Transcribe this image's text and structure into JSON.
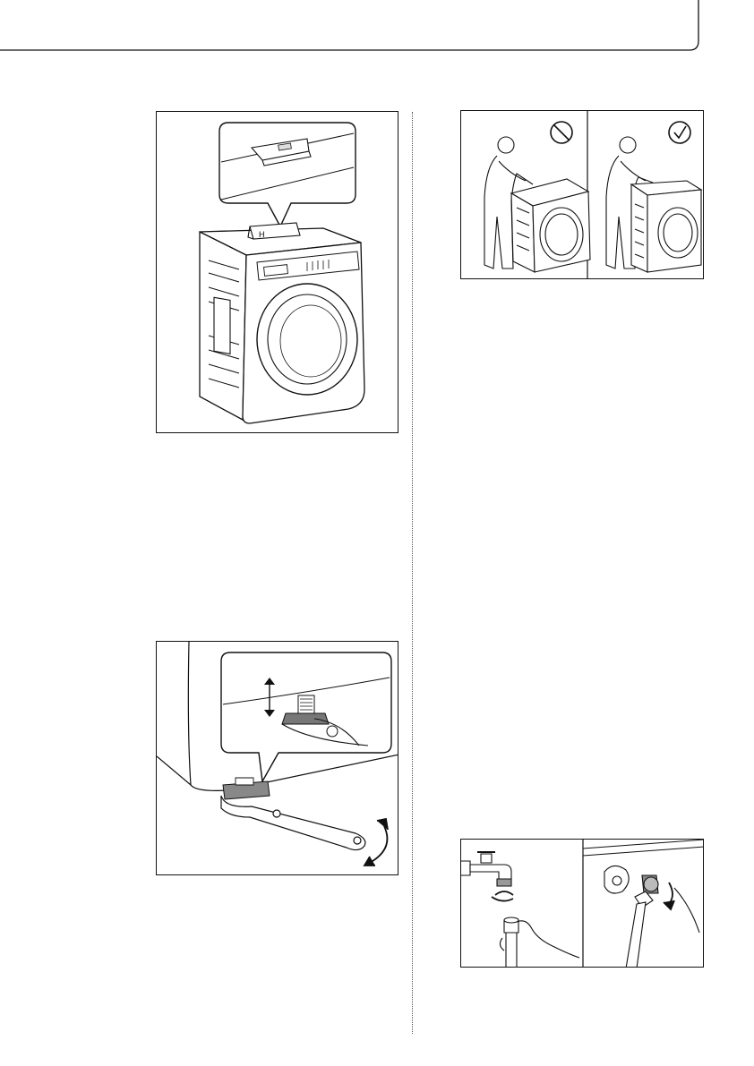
{
  "page": {
    "figures": [
      {
        "id": "fig-level",
        "icons": [
          "spirit-level-icon",
          "washing-machine-icon"
        ]
      },
      {
        "id": "fig-tilt",
        "icons": [
          "prohibited-icon",
          "check-icon",
          "person-icon",
          "washing-machine-icon"
        ]
      },
      {
        "id": "fig-feet",
        "icons": [
          "adjustable-foot-icon",
          "wrench-icon",
          "up-down-arrow-icon",
          "rotate-arrow-icon"
        ]
      },
      {
        "id": "fig-hose",
        "icons": [
          "tap-icon",
          "hose-icon",
          "hand-icon",
          "rotate-arrow-icon"
        ]
      }
    ]
  },
  "figure_level": {
    "level_mark": "H"
  },
  "colors": {
    "line": "#111111",
    "background": "#ffffff",
    "divider": "#555555"
  }
}
